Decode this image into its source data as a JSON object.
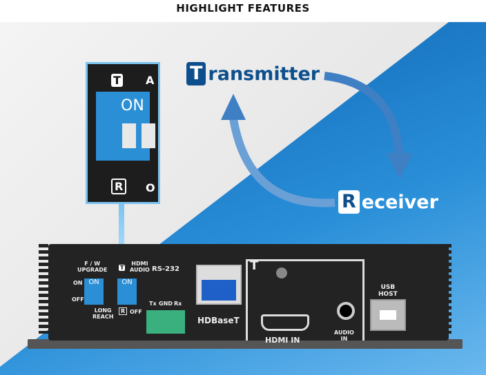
{
  "title": "HIGHLIGHT FEATURES",
  "transmitter": {
    "initial": "T",
    "rest": "ransmitter"
  },
  "receiver": {
    "initial": "R",
    "rest": "eceiver"
  },
  "inset": {
    "t": "T",
    "a": "A",
    "on": "ON",
    "r": "R",
    "o": "O"
  },
  "panel": {
    "fw_upgrade": "F / W\nUPGRADE",
    "on": "ON",
    "off": "OFF",
    "long_reach": "LONG\nREACH",
    "dip_on": "ON",
    "t": "T",
    "hdmi_audio": "HDMI\nAUDIO",
    "r": "R",
    "off2": "OFF",
    "rs232": "RS-232",
    "tx": "Tx",
    "gnd": "GND",
    "rx": "Rx",
    "hdbaset": "HDBaseT",
    "section_t": "T",
    "hdmi_in": "HDMI IN",
    "audio_in": "AUDIO\nIN",
    "usb_host": "USB\nHOST"
  }
}
